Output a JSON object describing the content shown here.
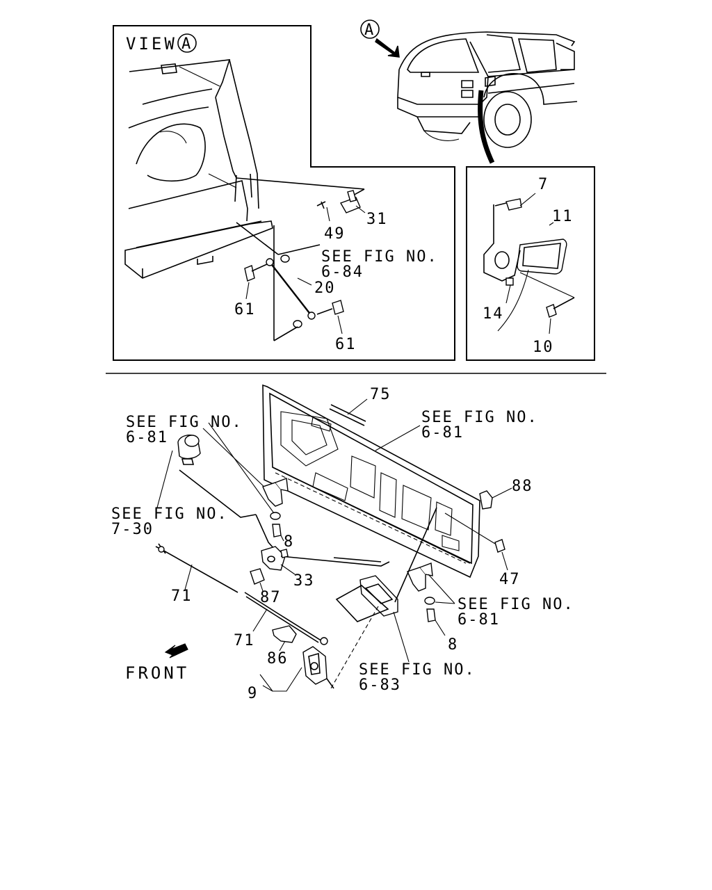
{
  "view_label": "VIEW",
  "view_marker": "A",
  "arrow_marker": "A",
  "front_label": "FRONT",
  "callouts": {
    "c7": "7",
    "c11": "11",
    "c14": "14",
    "c10": "10",
    "c31": "31",
    "c49": "49",
    "c20": "20",
    "c61a": "61",
    "c61b": "61",
    "c75": "75",
    "c88": "88",
    "c47": "47",
    "c8a": "8",
    "c8b": "8",
    "c33": "33",
    "c87": "87",
    "c71a": "71",
    "c71b": "71",
    "c86": "86",
    "c9": "9"
  },
  "refs": {
    "r684_a": "SEE FIG NO.",
    "r684_b": "6-84",
    "r681L_a": "SEE FIG NO.",
    "r681L_b": "6-81",
    "r681R_a": "SEE FIG NO.",
    "r681R_b": "6-81",
    "r730_a": "SEE FIG NO.",
    "r730_b": "7-30",
    "r681B_a": "SEE FIG NO.",
    "r681B_b": "6-81",
    "r683_a": "SEE FIG NO.",
    "r683_b": "6-83"
  }
}
